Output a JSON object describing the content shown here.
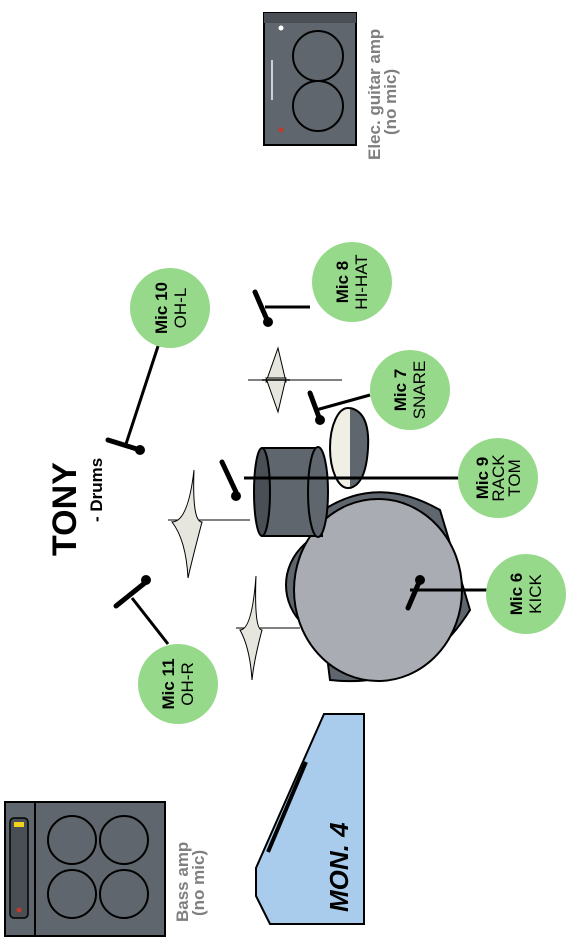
{
  "drummer": {
    "name": "TONY",
    "role": "- Drums"
  },
  "monitor": {
    "label": "MON. 4"
  },
  "amps": {
    "guitar": {
      "line1": "Elec. guitar amp",
      "line2": "(no mic)"
    },
    "bass": {
      "line1": "Bass amp",
      "line2": "(no mic)"
    }
  },
  "mics": {
    "mic10": {
      "title": "Mic 10",
      "lines": [
        "OH-L"
      ]
    },
    "mic8": {
      "title": "Mic 8",
      "lines": [
        "HI-HAT"
      ]
    },
    "mic7": {
      "title": "Mic 7",
      "lines": [
        "SNARE"
      ]
    },
    "mic9": {
      "title": "Mic 9",
      "lines": [
        "RACK",
        "TOM"
      ]
    },
    "mic6": {
      "title": "Mic 6",
      "lines": [
        "KICK"
      ]
    },
    "mic11": {
      "title": "Mic 11",
      "lines": [
        "OH-R"
      ]
    }
  },
  "colors": {
    "mic_circle": "#97d98a",
    "drum_shell": "#5f666d",
    "bass_drum_head": "#a9acb3",
    "amp_body": "#5f666d",
    "monitor_fill": "#a9ccec",
    "cymbal": "#e6e6de",
    "amp_label": "#7f7f7f"
  }
}
